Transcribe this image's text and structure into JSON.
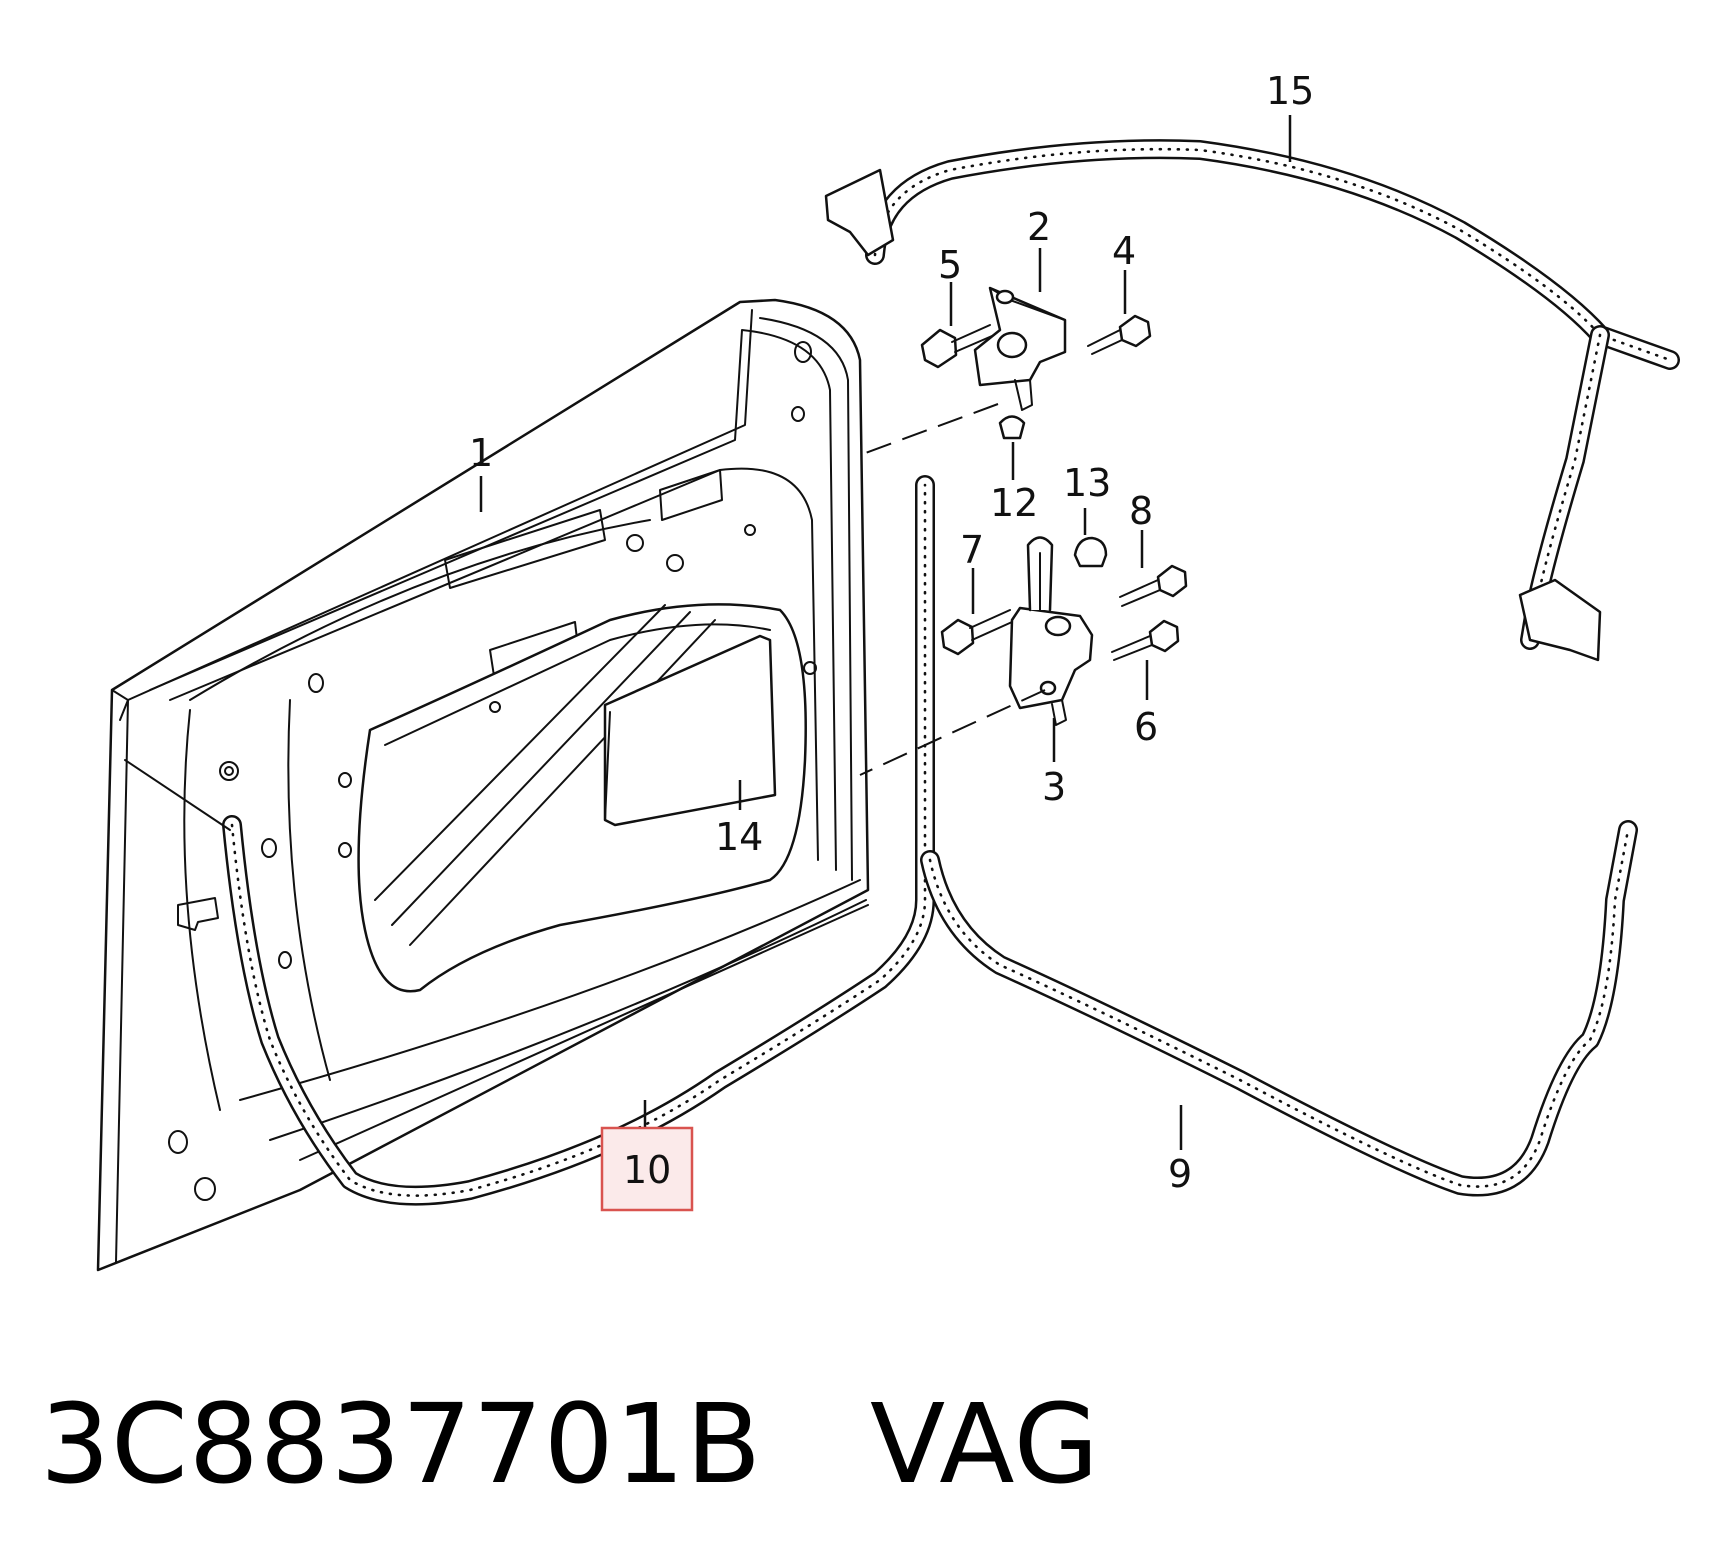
{
  "diagram": {
    "callouts": {
      "c1": "1",
      "c2": "2",
      "c3": "3",
      "c4": "4",
      "c5": "5",
      "c6": "6",
      "c7": "7",
      "c8": "8",
      "c9": "9",
      "c10": "10",
      "c12": "12",
      "c13": "13",
      "c14": "14",
      "c15": "15"
    },
    "highlighted_callout": "10",
    "highlight_color": "#d9534f"
  },
  "part_label": "3C8837701B   VAG"
}
